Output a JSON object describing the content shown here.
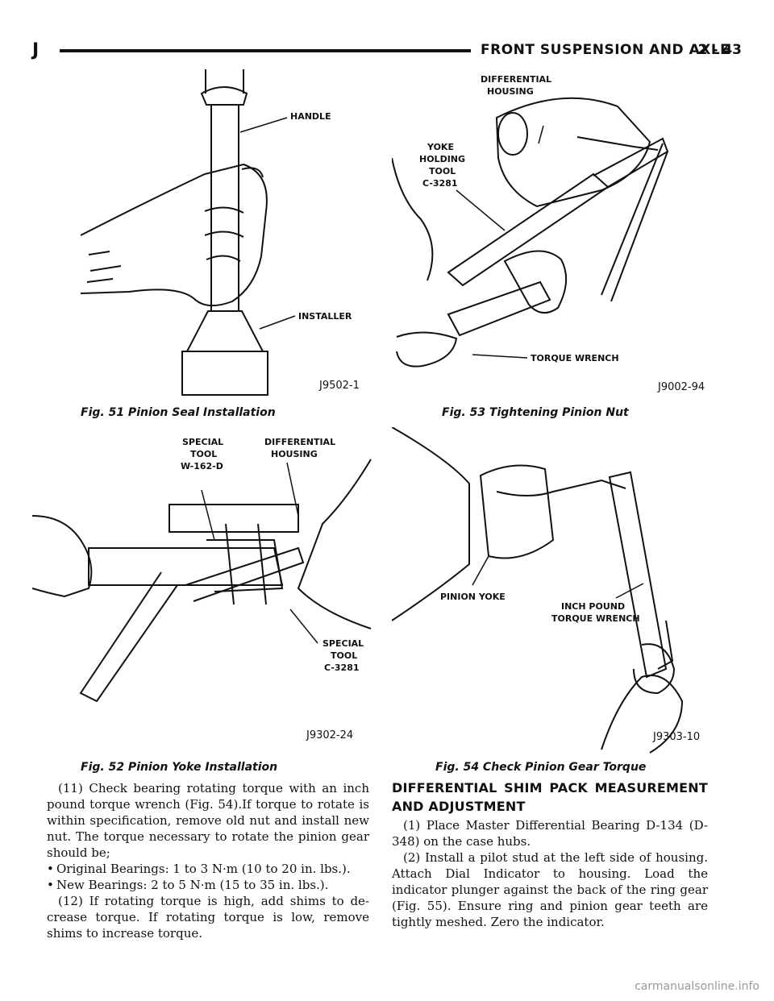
{
  "header": {
    "letter": "J",
    "title": "FRONT SUSPENSION AND AXLE",
    "page_number": "2 - 43"
  },
  "figures": {
    "fig51": {
      "caption": "Fig. 51 Pinion Seal Installation",
      "labels": {
        "handle": "HANDLE",
        "installer": "INSTALLER"
      },
      "id": "J9502-1"
    },
    "fig53": {
      "caption": "Fig. 53 Tightening Pinion Nut",
      "labels": {
        "diff_l1": "DIFFERENTIAL",
        "diff_l2": "HOUSING",
        "yoke_l1": "YOKE",
        "yoke_l2": "HOLDING",
        "yoke_l3": "TOOL",
        "yoke_l4": "C-3281",
        "torque": "TORQUE WRENCH"
      },
      "id": "J9002-94"
    },
    "fig52": {
      "caption": "Fig. 52 Pinion Yoke Installation",
      "labels": {
        "st1_l1": "SPECIAL",
        "st1_l2": "TOOL",
        "st1_l3": "W-162-D",
        "diff_l1": "DIFFERENTIAL",
        "diff_l2": "HOUSING",
        "st2_l1": "SPECIAL",
        "st2_l2": "TOOL",
        "st2_l3": "C-3281"
      },
      "id": "J9302-24"
    },
    "fig54": {
      "caption": "Fig. 54 Check Pinion Gear Torque",
      "labels": {
        "yoke": "PINION YOKE",
        "inch_l1": "INCH POUND",
        "inch_l2": "TORQUE WRENCH"
      },
      "id": "J9303-10"
    }
  },
  "left_column": {
    "p11": "(11) Check bearing rotating torque with an inch pound torque wrench (Fig. 54).If torque to rotate is within specification, remove old nut and install new nut. The torque necessary to rotate the pinion gear should be;",
    "bullet_symbol": "•",
    "bullet1": "Original Bearings: 1 to 3 N·m (10 to 20 in. lbs.).",
    "bullet2": "New Bearings: 2 to 5 N·m (15 to 35 in. lbs.).",
    "p12": "(12) If rotating torque is high, add shims to de-crease torque. If rotating torque is low, remove shims to increase torque."
  },
  "right_column": {
    "heading": "DIFFERENTIAL SHIM PACK MEASUREMENT AND ADJUSTMENT",
    "p1": "(1) Place Master Differential Bearing D-134 (D-348) on the case hubs.",
    "p2": "(2) Install a pilot stud at the left side of housing. Attach Dial Indicator to housing. Load the indicator plunger against the back of the ring gear (Fig. 55). Ensure ring and pinion gear teeth are tightly meshed. Zero the indicator."
  },
  "footer": {
    "watermark": "carmanualsonline.info"
  }
}
